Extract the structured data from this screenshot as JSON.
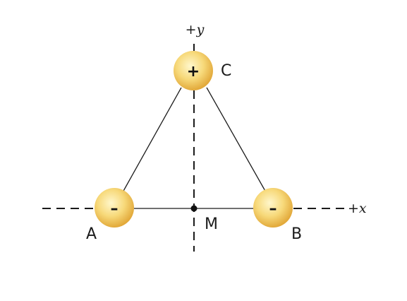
{
  "axes": {
    "x_label_sign": "+",
    "x_label_var": "x",
    "y_label_sign": "+",
    "y_label_var": "y"
  },
  "charges": [
    {
      "id": "A",
      "label": "A",
      "sign": "–"
    },
    {
      "id": "B",
      "label": "B",
      "sign": "–"
    },
    {
      "id": "C",
      "label": "C",
      "sign": "+"
    }
  ],
  "midpoint": {
    "label": "M"
  },
  "colors": {
    "sphere_light": "#fff7cc",
    "sphere_mid": "#f7d97a",
    "sphere_dark": "#e2a93a",
    "line": "#1a1a1a"
  }
}
